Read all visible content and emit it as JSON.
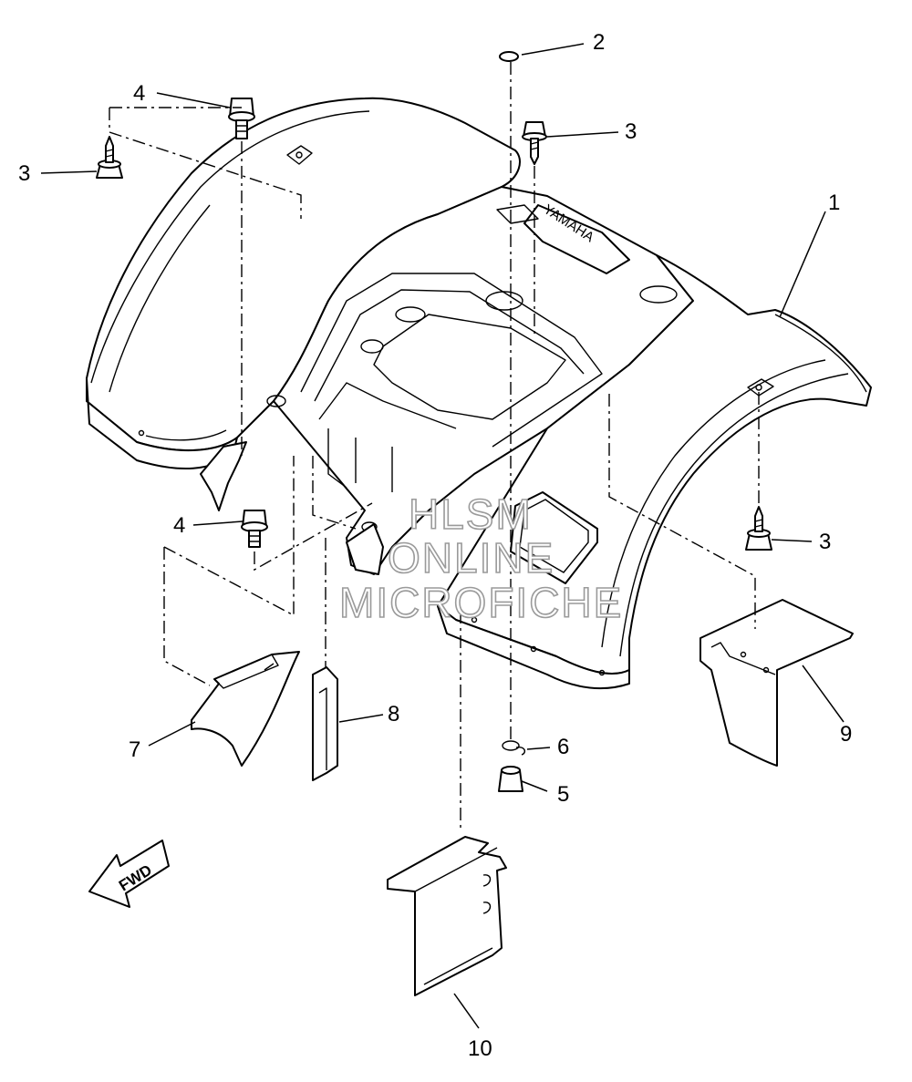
{
  "callouts": {
    "c1": "1",
    "c2": "2",
    "c3a": "3",
    "c3b": "3",
    "c3c": "3",
    "c4a": "4",
    "c4b": "4",
    "c5": "5",
    "c6": "6",
    "c7": "7",
    "c8": "8",
    "c9": "9",
    "c10": "10"
  },
  "fender_logo": "YAMAHA",
  "fwd_arrow": "FWD",
  "watermark": {
    "line1": "HLSM",
    "line2": "ONLINE",
    "line3": "MICROFICHE"
  },
  "icons": [
    "fwd-arrow-icon"
  ]
}
